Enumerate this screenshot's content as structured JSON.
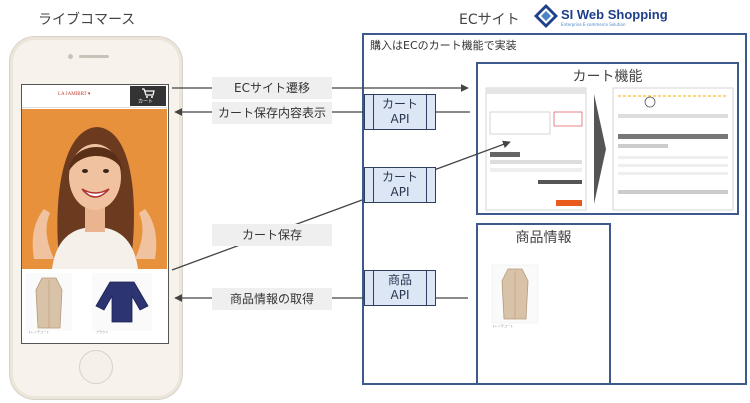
{
  "titles": {
    "live_commerce": "ライブコマース",
    "ec_site": "ECサイト"
  },
  "logo": {
    "name": "SI Web Shopping",
    "tagline": "Enterprise E-commerce Solution"
  },
  "ec_note": "購入はECのカート機能で実装",
  "phone": {
    "brand": "LA JAMIBRT ▾",
    "cart_label": "カート",
    "product_labels": [
      "トレンチコート",
      "ブラウス"
    ]
  },
  "flows": {
    "to_ec": "ECサイト遷移",
    "cart_display": "カート保存内容表示",
    "cart_save": "カート保存",
    "product_fetch": "商品情報の取得"
  },
  "apis": [
    {
      "line1": "カート",
      "line2": "API"
    },
    {
      "line1": "カート",
      "line2": "API"
    },
    {
      "line1": "商品",
      "line2": "API"
    }
  ],
  "panels": {
    "cart": "カート機能",
    "product": "商品情報",
    "product_caption": "トレンチコート"
  },
  "colors": {
    "frame": "#3c5a8c",
    "api_fill": "#dce6f5",
    "hero_bg": "#e8913c",
    "label_bg": "#efefef"
  }
}
